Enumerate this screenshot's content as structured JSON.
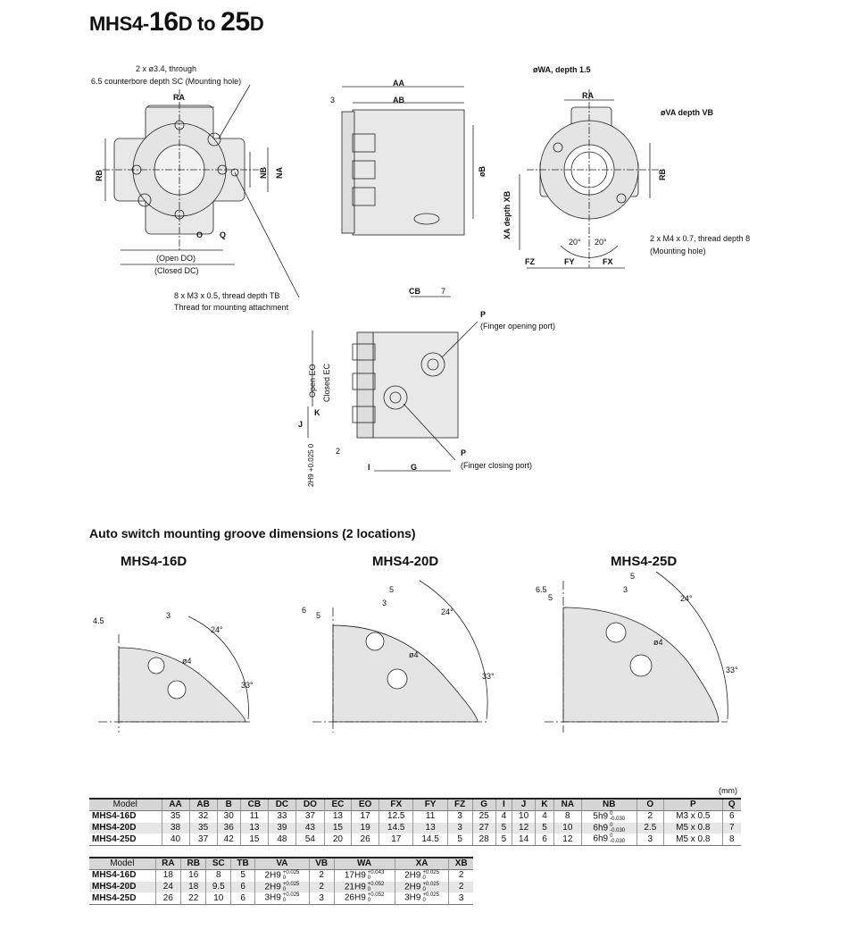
{
  "title": {
    "prefix": "MHS4-",
    "a": "16",
    "a_suffix": "D to ",
    "b": "25",
    "b_suffix": "D"
  },
  "front_view": {
    "hole_note1": "2 x ø3.4, through",
    "hole_note2": "6.5 counterbore depth SC (Mounting hole)",
    "ra": "RA",
    "rb": "RB",
    "nb": "NB",
    "na": "NA",
    "o": "O",
    "q": "Q",
    "open": "(Open DO)",
    "closed": "(Closed DC)",
    "thread_note1": "8 x M3 x 0.5, thread depth TB",
    "thread_note2": "Thread for mounting attachment"
  },
  "side_view": {
    "aa": "AA",
    "ab": "AB",
    "three": "3",
    "b": "øB"
  },
  "back_view": {
    "wa": "øWA, depth 1.5",
    "ra": "RA",
    "va": "øVA  depth VB",
    "rb": "RB",
    "xa": "XA  depth XB",
    "ang1": "20°",
    "ang2": "20°",
    "mount1": "2 x M4 x 0.7, thread depth 8",
    "mount2": "(Mounting hole)",
    "fz": "FZ",
    "fy": "FY",
    "fx": "FX"
  },
  "port_view": {
    "cb": "CB",
    "seven": "7",
    "p1": "P",
    "p1_note": "(Finger opening port)",
    "eo": "Open EO",
    "ec": "Closed EC",
    "k": "K",
    "j": "J",
    "two": "2",
    "i": "I",
    "g": "G",
    "p2": "P",
    "p2_note": "(Finger closing port)",
    "h9": "2H9 +0.025 0"
  },
  "groove": {
    "title": "Auto switch mounting groove dimensions (2 locations)",
    "models": [
      {
        "name": "MHS4-16D",
        "d1": "4.5",
        "d2": "3",
        "ang1": "24°",
        "dia": "ø4",
        "ang2": "33°"
      },
      {
        "name": "MHS4-20D",
        "d0": "6",
        "d1": "5",
        "d2": "3",
        "d3": "5",
        "ang1": "24°",
        "dia": "ø4",
        "ang2": "33°"
      },
      {
        "name": "MHS4-25D",
        "d0": "6.5",
        "d1": "5",
        "d2": "3",
        "d3": "5",
        "ang1": "24°",
        "dia": "ø4",
        "ang2": "33°"
      }
    ]
  },
  "table1": {
    "unit": "(mm)",
    "headers": [
      "Model",
      "AA",
      "AB",
      "B",
      "CB",
      "DC",
      "DO",
      "EC",
      "EO",
      "FX",
      "FY",
      "FZ",
      "G",
      "I",
      "J",
      "K",
      "NA",
      "NB",
      "O",
      "P",
      "Q"
    ],
    "rows": [
      {
        "model": "MHS4-16D",
        "v": [
          "35",
          "32",
          "30",
          "11",
          "33",
          "37",
          "13",
          "17",
          "12.5",
          "11",
          "3",
          "25",
          "4",
          "10",
          "4",
          "8"
        ],
        "nb": "5h9",
        "nb_up": "0",
        "nb_lo": "-0.030",
        "o": "2",
        "p": "M3 x 0.5",
        "q": "6"
      },
      {
        "model": "MHS4-20D",
        "v": [
          "38",
          "35",
          "36",
          "13",
          "39",
          "43",
          "15",
          "19",
          "14.5",
          "13",
          "3",
          "27",
          "5",
          "12",
          "5",
          "10"
        ],
        "nb": "6h9",
        "nb_up": "0",
        "nb_lo": "-0.030",
        "o": "2.5",
        "p": "M5 x 0.8",
        "q": "7"
      },
      {
        "model": "MHS4-25D",
        "v": [
          "40",
          "37",
          "42",
          "15",
          "48",
          "54",
          "20",
          "26",
          "17",
          "14.5",
          "5",
          "28",
          "5",
          "14",
          "6",
          "12"
        ],
        "nb": "6h9",
        "nb_up": "0",
        "nb_lo": "-0.030",
        "o": "3",
        "p": "M5 x 0.8",
        "q": "8"
      }
    ]
  },
  "table2": {
    "headers": [
      "Model",
      "RA",
      "RB",
      "SC",
      "TB",
      "VA",
      "VB",
      "WA",
      "XA",
      "XB"
    ],
    "rows": [
      {
        "model": "MHS4-16D",
        "ra": "18",
        "rb": "16",
        "sc": "8",
        "tb": "5",
        "va": "2H9",
        "va_up": "+0.025",
        "va_lo": "0",
        "vb": "2",
        "wa": "17H9",
        "wa_up": "+0.043",
        "wa_lo": "0",
        "xa": "2H9",
        "xa_up": "+0.025",
        "xa_lo": "0",
        "xb": "2"
      },
      {
        "model": "MHS4-20D",
        "ra": "24",
        "rb": "18",
        "sc": "9.5",
        "tb": "6",
        "va": "2H9",
        "va_up": "+0.025",
        "va_lo": "0",
        "vb": "2",
        "wa": "21H9",
        "wa_up": "+0.052",
        "wa_lo": "0",
        "xa": "2H9",
        "xa_up": "+0.025",
        "xa_lo": "0",
        "xb": "2"
      },
      {
        "model": "MHS4-25D",
        "ra": "26",
        "rb": "22",
        "sc": "10",
        "tb": "6",
        "va": "3H9",
        "va_up": "+0.025",
        "va_lo": "0",
        "vb": "3",
        "wa": "26H9",
        "wa_up": "+0.052",
        "wa_lo": "0",
        "xa": "3H9",
        "xa_up": "+0.025",
        "xa_lo": "0",
        "xb": "3"
      }
    ]
  }
}
